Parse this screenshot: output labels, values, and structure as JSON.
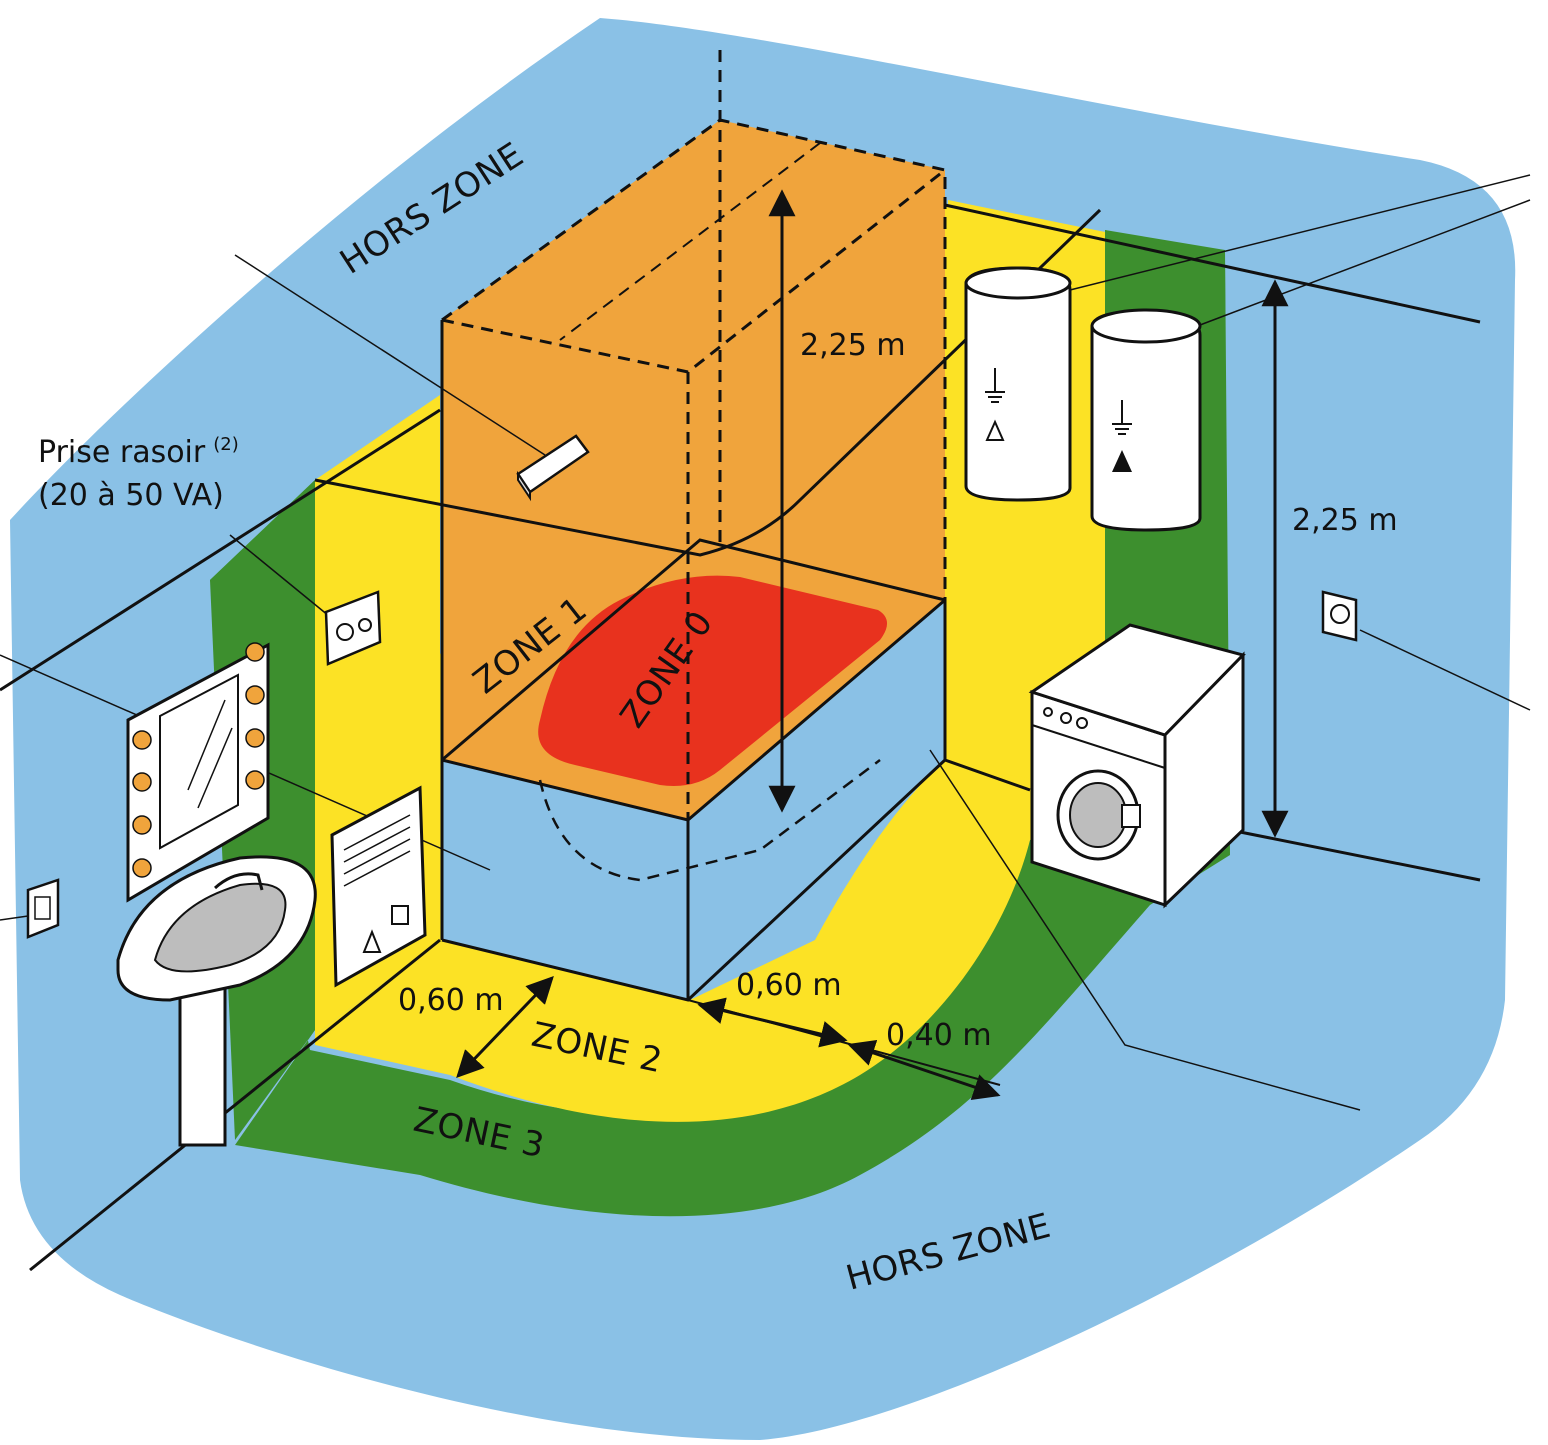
{
  "colors": {
    "hors_zone": "#8ac1e6",
    "zone0": "#e8321e",
    "zone1": "#f0a43c",
    "zone2": "#fce225",
    "zone3": "#3d8f2e",
    "bath_side": "#8ac1e6",
    "outline": "#111111"
  },
  "labels": {
    "hors_zone_top": "HORS ZONE",
    "hors_zone_bottom": "HORS ZONE",
    "zone0": "ZONE 0",
    "zone1": "ZONE 1",
    "zone2": "ZONE 2",
    "zone3": "ZONE 3"
  },
  "dimensions": {
    "height_zone1": "2,25 m",
    "height_room": "2,25 m",
    "zone2_front": "0,60 m",
    "zone2_side": "0,60 m",
    "zone3_width": "0,40 m"
  },
  "annotations": {
    "razor_outlet_title": "Prise rasoir",
    "razor_outlet_note": "(2)",
    "razor_outlet_power": "(20 à 50 VA)"
  },
  "icons": {
    "earth": "earth-ground-symbol",
    "warning": "warning-triangle-symbol",
    "class2": "filled-triangle-symbol"
  }
}
